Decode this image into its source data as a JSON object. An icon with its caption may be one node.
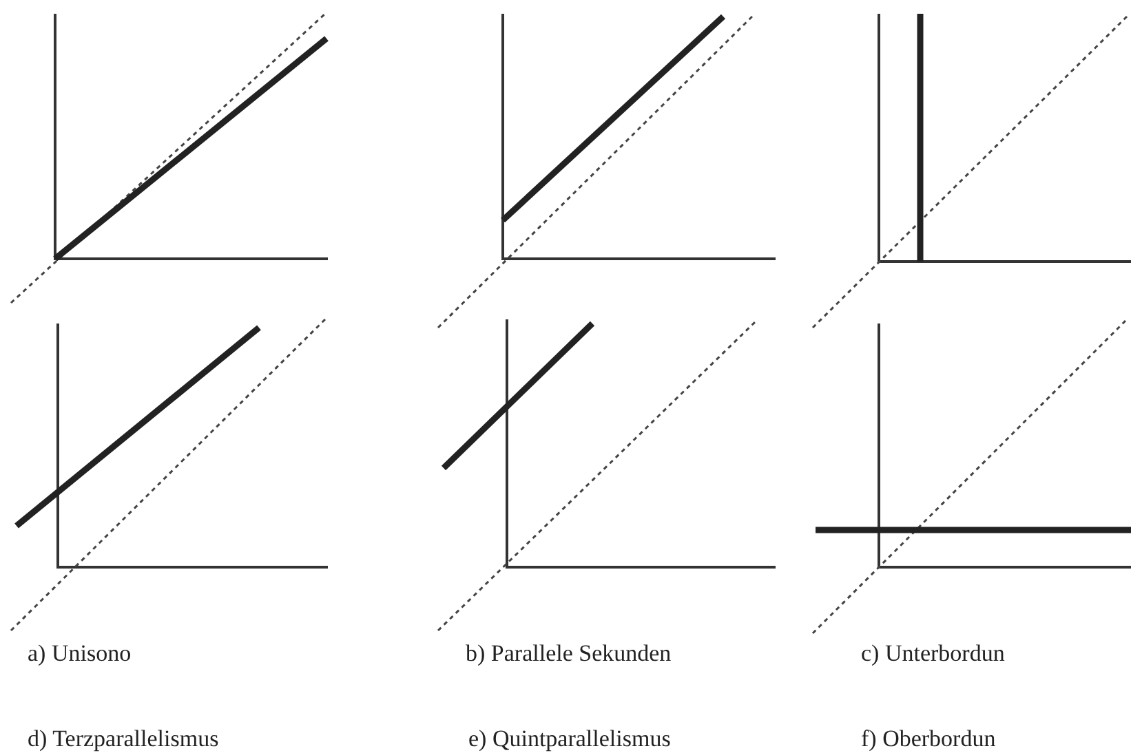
{
  "diagram": {
    "labels": [
      "a) Unisono",
      "b) Parallele Sekunden",
      "c) Unterbordun",
      "d) Terzparallelismus",
      "e) Quintparallelismus",
      "f) Oberbordun"
    ]
  }
}
